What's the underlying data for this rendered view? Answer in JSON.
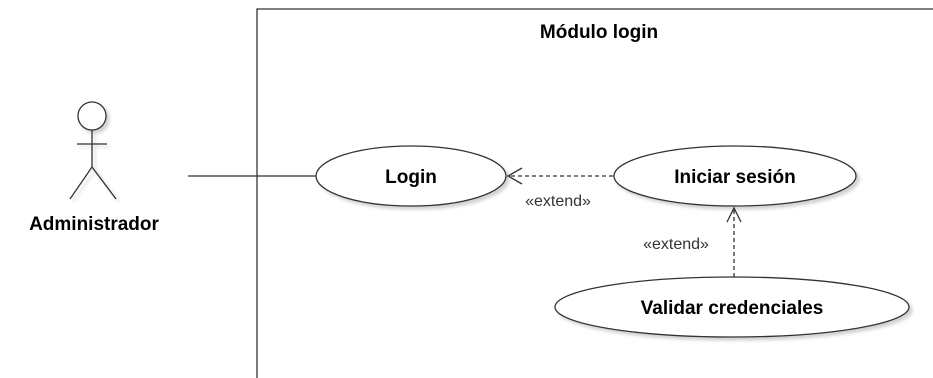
{
  "system": {
    "title": "Módulo login"
  },
  "actor": {
    "name": "Administrador"
  },
  "use_cases": {
    "login": "Login",
    "iniciar_sesion": "Iniciar sesión",
    "validar_credenciales": "Validar credenciales"
  },
  "relations": {
    "extend_1": "«extend»",
    "extend_2": "«extend»"
  }
}
